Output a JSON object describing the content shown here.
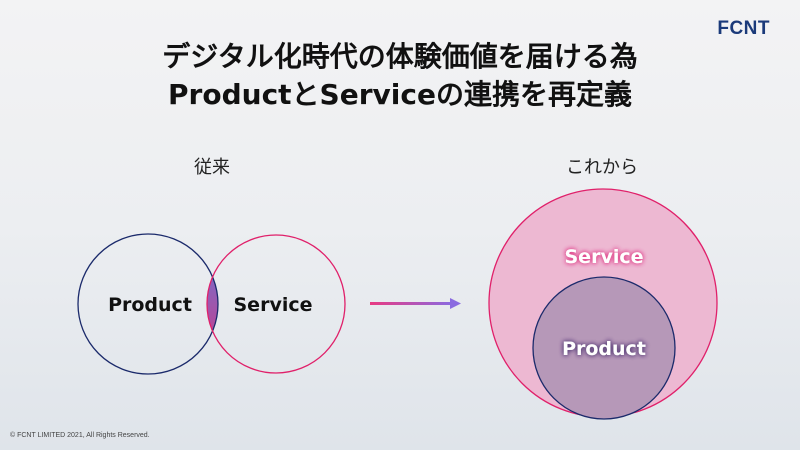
{
  "logo": "FCNT",
  "title": {
    "line1": "デジタル化時代の体験価値を届ける為",
    "line2": "ProductとServiceの連携を再定義"
  },
  "before": {
    "heading": "従来",
    "product_label": "Product",
    "service_label": "Service"
  },
  "after": {
    "heading": "これから",
    "service_label": "Service",
    "product_label": "Product"
  },
  "colors": {
    "product": "#1b2a6b",
    "service": "#e0206a",
    "outer_fill": "#edb8d2",
    "inner_fill": "#b698b8"
  },
  "footer": {
    "copyright": "© FCNT LIMITED  2021, All Rights Reserved."
  }
}
